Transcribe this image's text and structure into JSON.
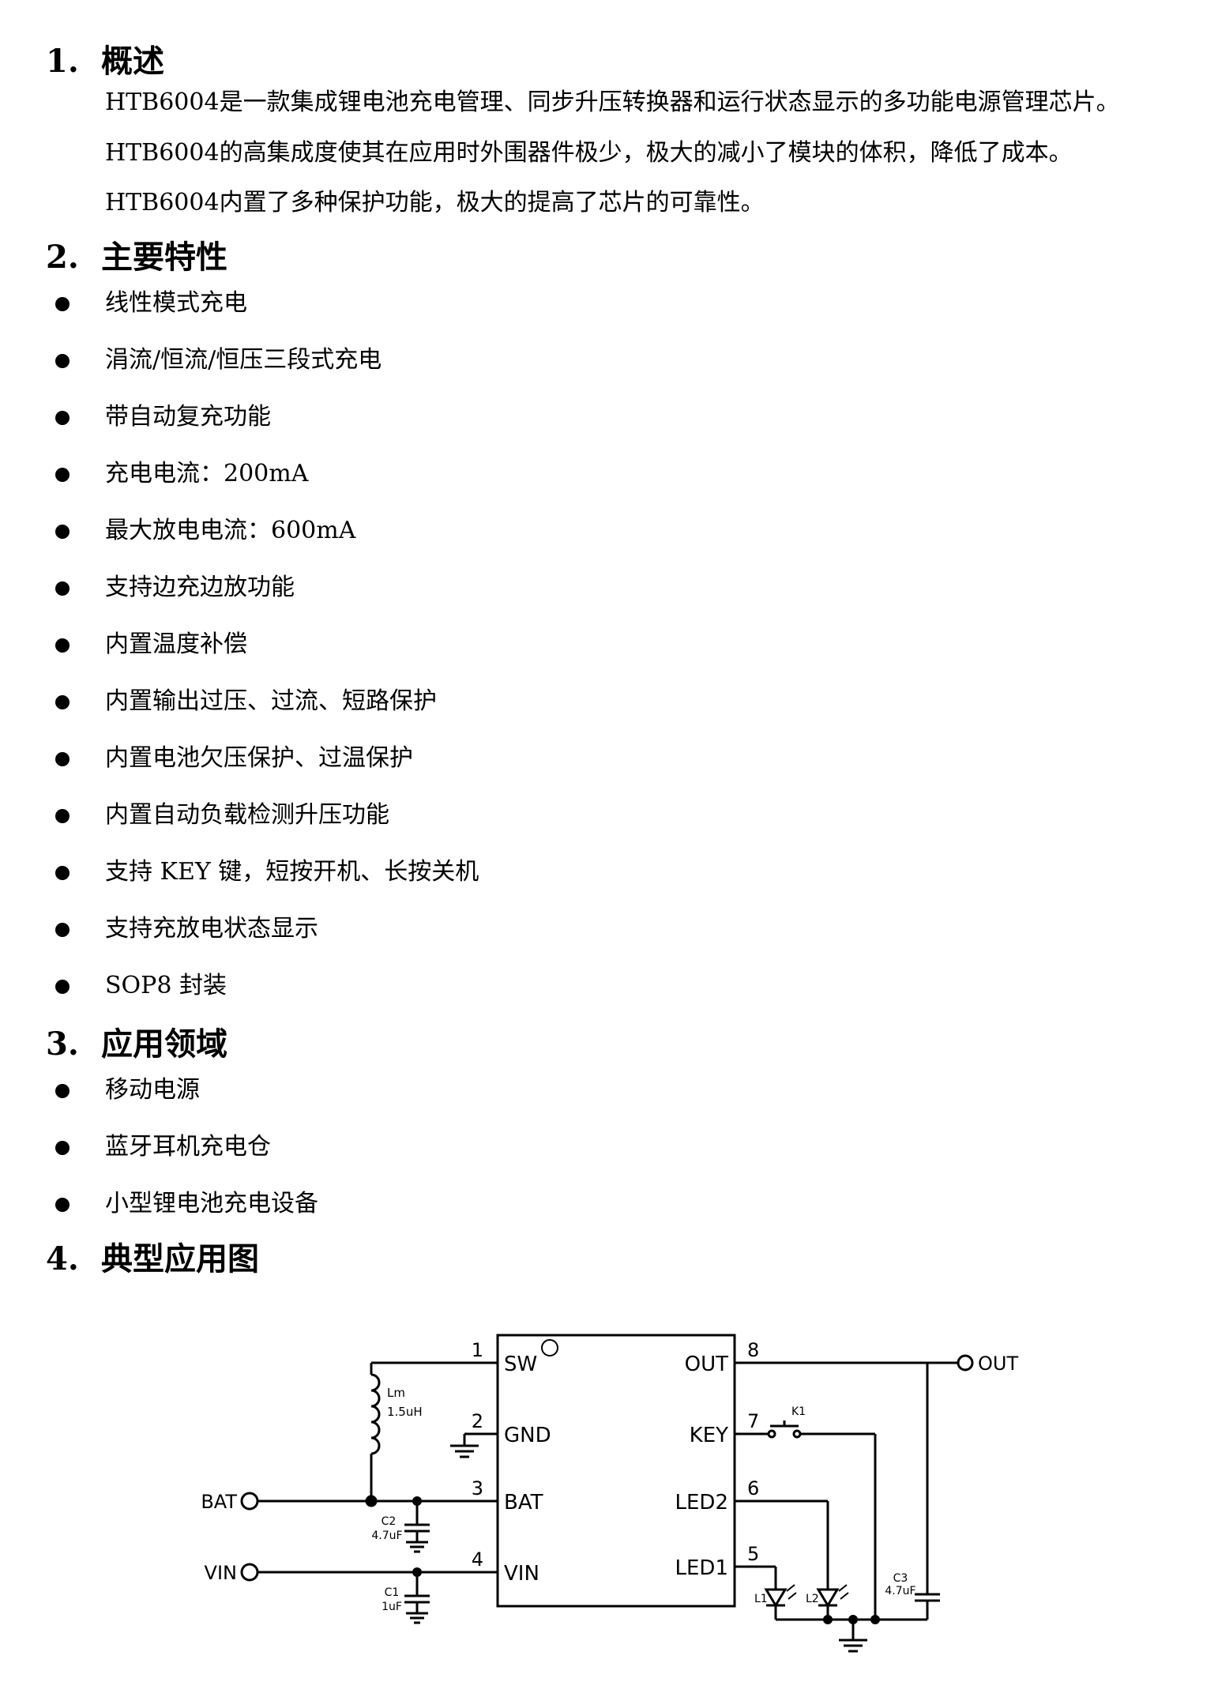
{
  "sections": [
    {
      "num": "1.",
      "title": "概述",
      "paragraphs": [
        "HTB6004是一款集成锂电池充电管理、同步升压转换器和运行状态显示的多功能电源管理芯片。",
        "HTB6004的高集成度使其在应用时外围器件极少，极大的减小了模块的体积，降低了成本。",
        "HTB6004内置了多种保护功能，极大的提高了芯片的可靠性。"
      ]
    },
    {
      "num": "2.",
      "title": "主要特性",
      "bullets": [
        "线性模式充电",
        "涓流/恒流/恒压三段式充电",
        "带自动复充功能",
        "充电电流：200mA",
        "最大放电电流：600mA",
        "支持边充边放功能",
        "内置温度补偿",
        "内置输出过压、过流、短路保护",
        "内置电池欠压保护、过温保护",
        "内置自动负载检测升压功能",
        "支持 KEY 键，短按开机、长按关机",
        "支持充放电状态显示",
        "SOP8 封装"
      ]
    },
    {
      "num": "3.",
      "title": "应用领域",
      "bullets": [
        "移动电源",
        "蓝牙耳机充电仓",
        "小型锂电池充电设备"
      ]
    },
    {
      "num": "4.",
      "title": "典型应用图"
    }
  ],
  "schematic": {
    "left_pins": [
      {
        "num": "1",
        "name": "SW"
      },
      {
        "num": "2",
        "name": "GND"
      },
      {
        "num": "3",
        "name": "BAT"
      },
      {
        "num": "4",
        "name": "VIN"
      }
    ],
    "right_pins": [
      {
        "num": "8",
        "name": "OUT"
      },
      {
        "num": "7",
        "name": "KEY"
      },
      {
        "num": "6",
        "name": "LED2"
      },
      {
        "num": "5",
        "name": "LED1"
      }
    ],
    "inductor": {
      "ref": "Lm",
      "value": "1.5uH"
    },
    "c1": {
      "ref": "C1",
      "value": "1uF"
    },
    "c2": {
      "ref": "C2",
      "value": "4.7uF"
    },
    "c3": {
      "ref": "C3",
      "value": "4.7uF"
    },
    "key_ref": "K1",
    "led1_ref": "L1",
    "led2_ref": "L2",
    "terminals": {
      "bat": "BAT",
      "vin": "VIN",
      "out": "OUT"
    }
  }
}
